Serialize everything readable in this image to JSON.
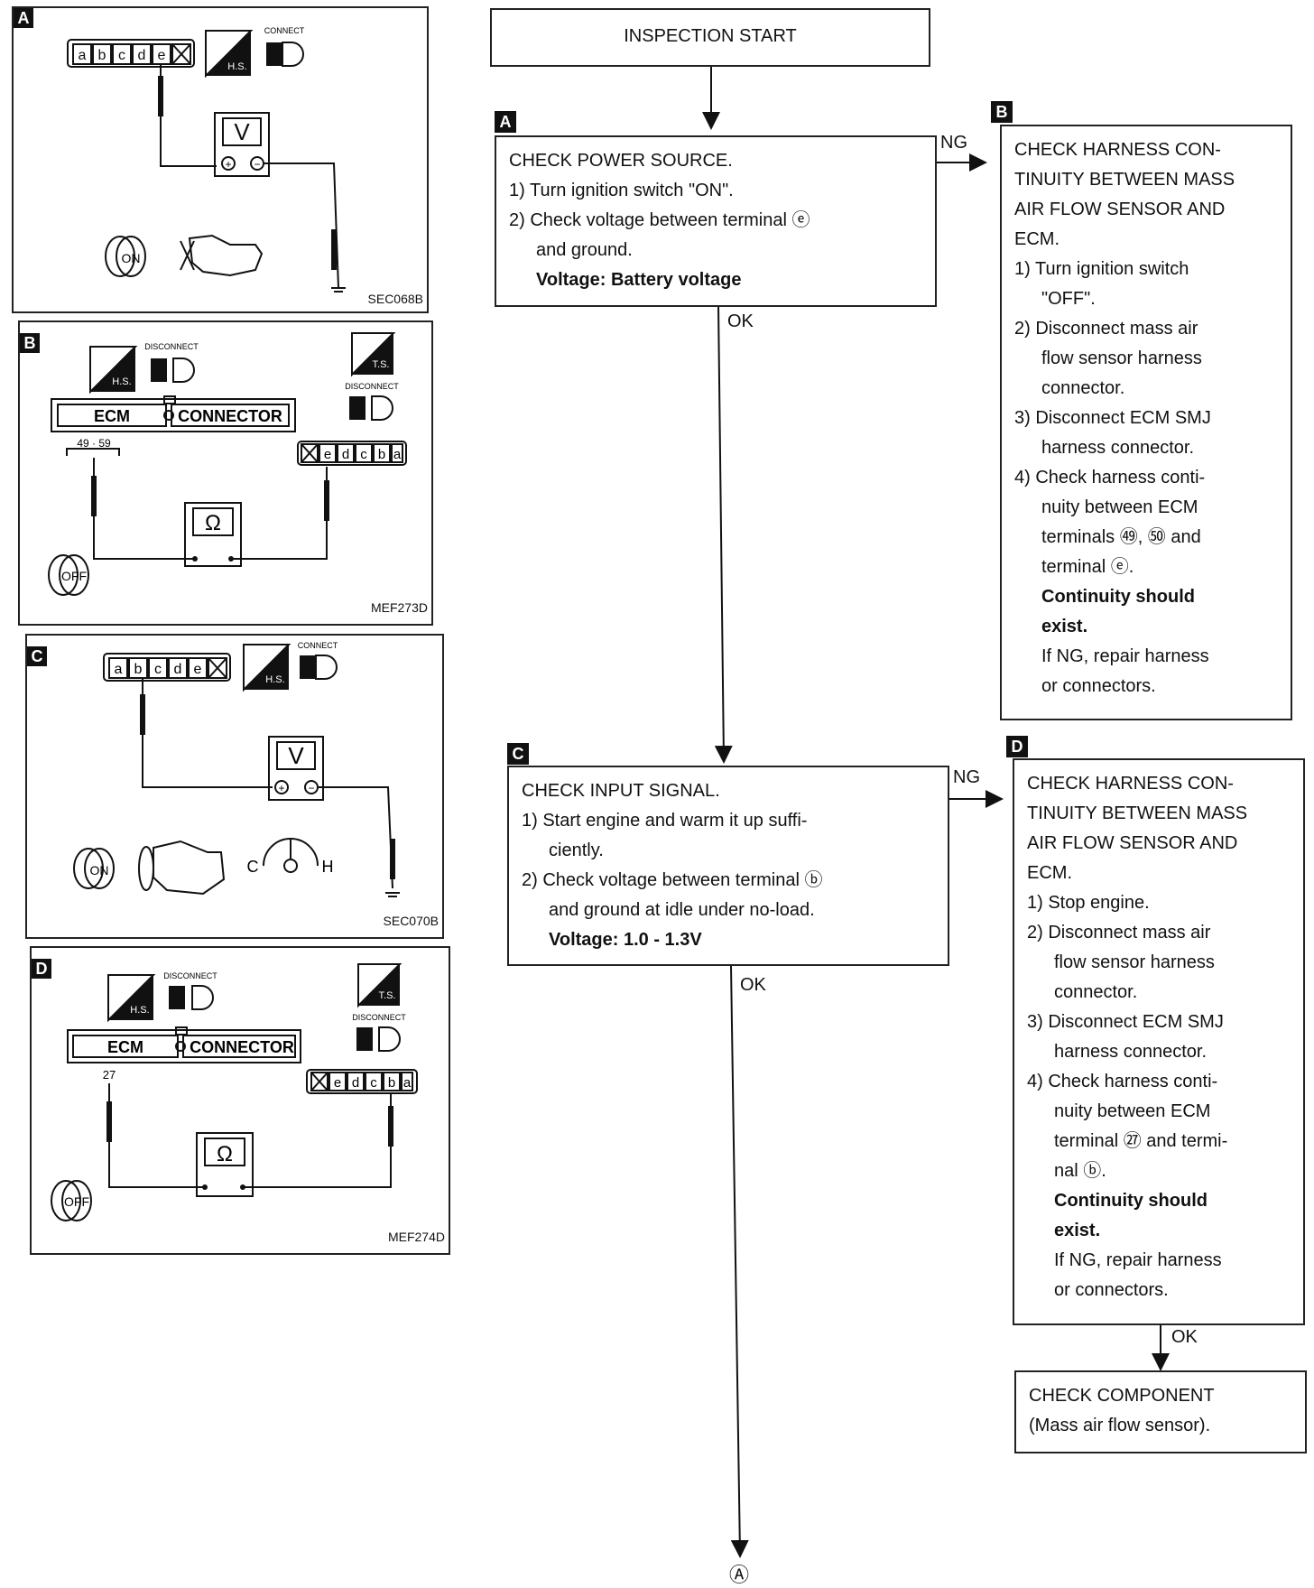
{
  "figures": {
    "A": {
      "tag": "A",
      "code": "SEC068B",
      "pins": [
        "a",
        "b",
        "c",
        "d",
        "e"
      ],
      "meter": "V",
      "switch": "ON",
      "hs": "H.S.",
      "connect": "CONNECT"
    },
    "B": {
      "tag": "B",
      "code": "MEF273D",
      "ecm": "ECM",
      "connector": "CONNECTOR",
      "terminal": "49 · 59",
      "pins": [
        "e",
        "d",
        "c",
        "b",
        "a"
      ],
      "meter": "Ω",
      "switch": "OFF",
      "hs": "H.S.",
      "ts": "T.S.",
      "disconnect": "DISCONNECT"
    },
    "C": {
      "tag": "C",
      "code": "SEC070B",
      "pins": [
        "a",
        "b",
        "c",
        "d",
        "e"
      ],
      "meter": "V",
      "switch": "ON",
      "gauge_c": "C",
      "gauge_h": "H",
      "hs": "H.S.",
      "connect": "CONNECT"
    },
    "D": {
      "tag": "D",
      "code": "MEF274D",
      "ecm": "ECM",
      "connector": "CONNECTOR",
      "terminal": "27",
      "pins": [
        "e",
        "d",
        "c",
        "b",
        "a"
      ],
      "meter": "Ω",
      "switch": "OFF",
      "hs": "H.S.",
      "ts": "T.S.",
      "disconnect": "DISCONNECT"
    }
  },
  "flow": {
    "start": "INSPECTION START",
    "tag_a": "A",
    "box_a": {
      "title": "CHECK POWER SOURCE.",
      "step1": "1) Turn ignition switch \"ON\".",
      "step2a": "2) Check voltage between terminal ⓔ",
      "step2b": "and ground.",
      "spec": "Voltage: Battery voltage"
    },
    "ng1": "NG",
    "ok1": "OK",
    "tag_b": "B",
    "box_b": {
      "l1": "CHECK HARNESS CON-",
      "l2": "TINUITY BETWEEN MASS",
      "l3": "AIR FLOW SENSOR AND",
      "l4": "ECM.",
      "s1a": "1) Turn ignition switch",
      "s1b": "\"OFF\".",
      "s2a": "2) Disconnect mass air",
      "s2b": "flow sensor harness",
      "s2c": "connector.",
      "s3a": "3) Disconnect ECM SMJ",
      "s3b": "harness connector.",
      "s4a": "4) Check harness conti-",
      "s4b": "nuity between ECM",
      "s4c": "terminals ㊾, ㊿ and",
      "s4d": "terminal ⓔ.",
      "c1": "Continuity should",
      "c2": "exist.",
      "r1": "If NG, repair harness",
      "r2": "or connectors."
    },
    "tag_c": "C",
    "box_c": {
      "title": "CHECK INPUT SIGNAL.",
      "s1a": "1) Start engine and warm it up suffi-",
      "s1b": "ciently.",
      "s2a": "2) Check voltage between terminal ⓑ",
      "s2b": "and ground at idle under no-load.",
      "spec": "Voltage: 1.0 - 1.3V"
    },
    "ng2": "NG",
    "ok2": "OK",
    "tag_d": "D",
    "box_d": {
      "l1": "CHECK HARNESS CON-",
      "l2": "TINUITY BETWEEN MASS",
      "l3": "AIR FLOW SENSOR AND",
      "l4": "ECM.",
      "s1": "1) Stop engine.",
      "s2a": "2) Disconnect mass air",
      "s2b": "flow sensor harness",
      "s2c": "connector.",
      "s3a": "3) Disconnect ECM SMJ",
      "s3b": "harness connector.",
      "s4a": "4) Check harness conti-",
      "s4b": "nuity between ECM",
      "s4c": "terminal ㉗ and termi-",
      "s4d": "nal ⓑ.",
      "c1": "Continuity should",
      "c2": "exist.",
      "r1": "If NG, repair harness",
      "r2": "or connectors."
    },
    "ok3": "OK",
    "box_e": {
      "l1": "CHECK COMPONENT",
      "l2": "(Mass air flow sensor)."
    },
    "end_ref": "Ⓐ"
  }
}
